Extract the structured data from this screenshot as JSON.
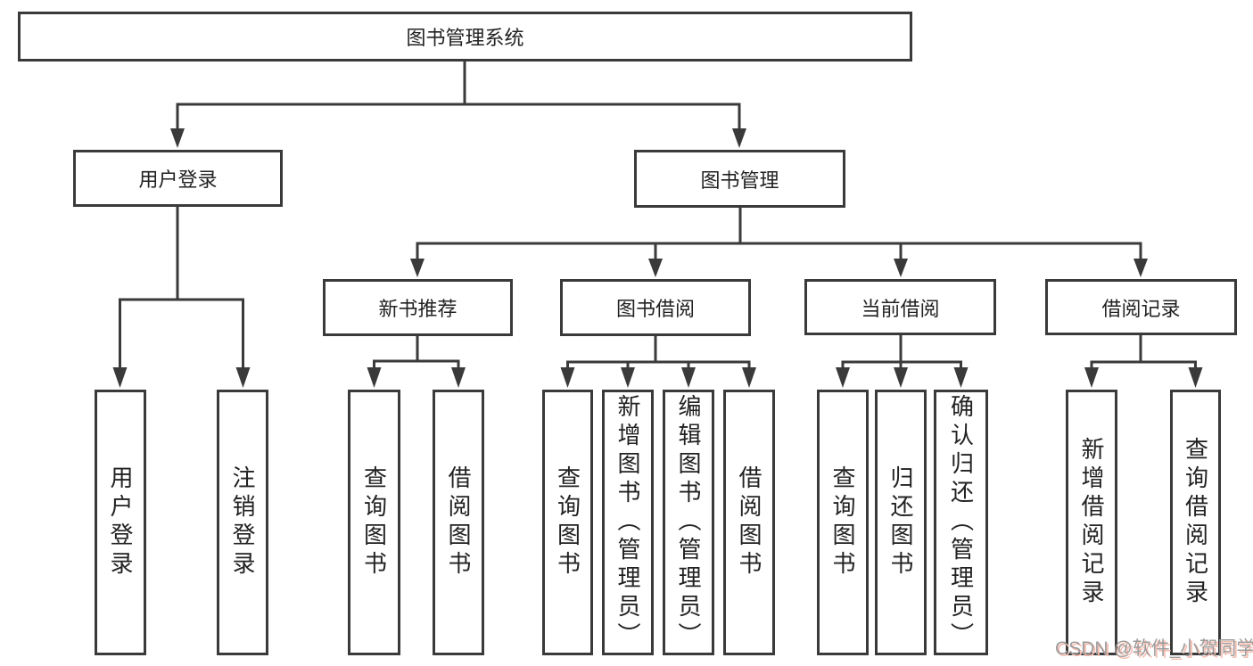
{
  "watermark": "CSDN @软件_小贺同学",
  "tree": {
    "root": "图书管理系统",
    "user_login": {
      "label": "用户登录",
      "children": {
        "login": "用户登录",
        "logout": "注销登录"
      }
    },
    "book_mgmt": {
      "label": "图书管理",
      "children": {
        "new_books": {
          "label": "新书推荐",
          "children": {
            "query": "查询图书",
            "borrow": "借阅图书"
          }
        },
        "book_borrow": {
          "label": "图书借阅",
          "children": {
            "query": "查询图书",
            "add": "新增图书（管理员）",
            "edit": "编辑图书（管理员）",
            "borrow": "借阅图书"
          }
        },
        "current_borrow": {
          "label": "当前借阅",
          "children": {
            "query": "查询图书",
            "return": "归还图书",
            "confirm": "确认归还（管理员）"
          }
        },
        "borrow_records": {
          "label": "借阅记录",
          "children": {
            "add": "新增借阅记录",
            "query": "查询借阅记录"
          }
        }
      }
    }
  }
}
